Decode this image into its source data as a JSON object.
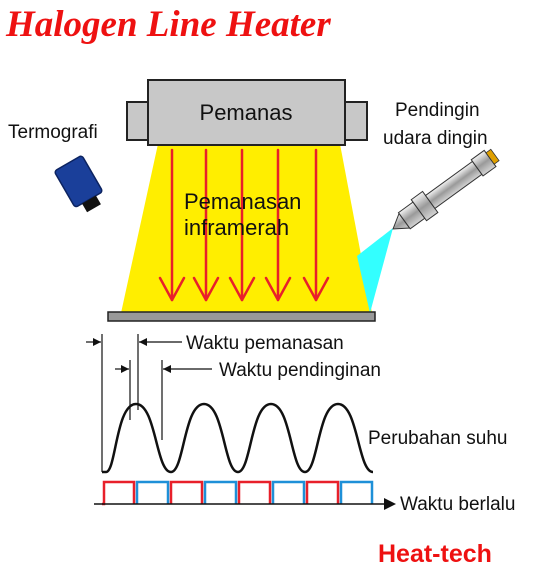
{
  "diagram": {
    "title": "Halogen Line Heater",
    "heater_label": "Pemanas",
    "camera_label": "Termografi",
    "cooler_label_line1": "Pendingin",
    "cooler_label_line2": "udara dingin",
    "ir_label_line1": "Pemanasan",
    "ir_label_line2": "inframerah",
    "heating_time_label": "Waktu pemanasan",
    "cooling_time_label": "Waktu pendinginan",
    "temperature_change_label": "Perubahan suhu",
    "elapsed_time_label": "Waktu berlalu",
    "brand": "Heat-tech"
  },
  "colors": {
    "title_red": "#ee1111",
    "beam_yellow": "#ffee00",
    "arrow_red": "#e8202a",
    "heat_pulse_red": "#e8202a",
    "cool_pulse_blue": "#1e90d8",
    "cool_air_cyan": "#33ffff",
    "camera_blue": "#1a3f9a",
    "heater_gray": "#c8c8c8",
    "plate_gray": "#999999"
  }
}
